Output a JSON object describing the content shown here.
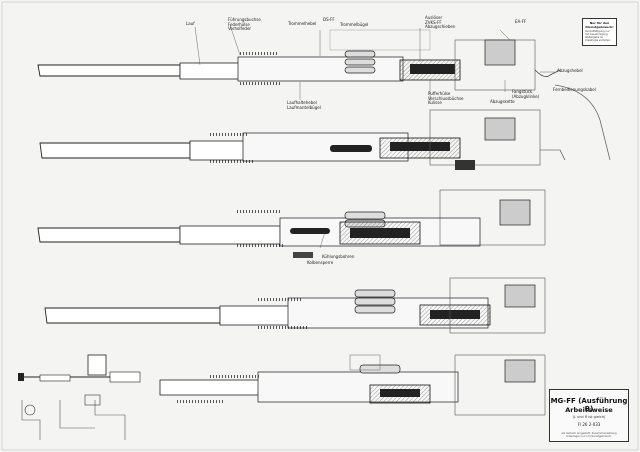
{
  "title": "MG-FF (Ausführung B)",
  "subtitle": "Arbeitsweise",
  "note": "(L und R ist gleich)",
  "doc_number": "Fl 26 2-033",
  "footer": "Als Geheim eingestuft. Zusammenstellung Unterlagen nur im Dienstgebrauch.",
  "notebox": {
    "title": "Nur für den Dienstgebrauch!",
    "text": "Vervielfältigung nur mit Genehmigung. Weitergabe an Unbefugte verboten."
  },
  "labels": {
    "lauf": "Lauf",
    "fuehrungsbuchse_stack": [
      "Führungsbuchse",
      "Federhülse",
      "Vorholfeder"
    ],
    "trommelhebel": "Trommelhebel",
    "ds_ff": "DS-FF",
    "trommelbuegel": "Trommelbügel",
    "ausloeser_stack": [
      "Auslöser",
      "ZVKS-FF",
      "Abzugschieben"
    ],
    "ea_ff": "EA-FF",
    "ladehebel_stack": [
      "Laufhaltehebel",
      "Laufmantelbügel"
    ],
    "abzugshebel": "Abzugshebel",
    "fernbedienung": "Fernbedienungskabel",
    "pufferhuelse_stack": [
      "Pufferhülse",
      "Verschlussbüchse",
      "Kulisse"
    ],
    "abzugskette": "Abzugskette",
    "fangstueck_stack": [
      "Fangstück",
      "(Abzugklinke)"
    ],
    "kuehlungsbohren": "Kühlungsbohren",
    "kolbensperre": "Kolbensperre"
  }
}
